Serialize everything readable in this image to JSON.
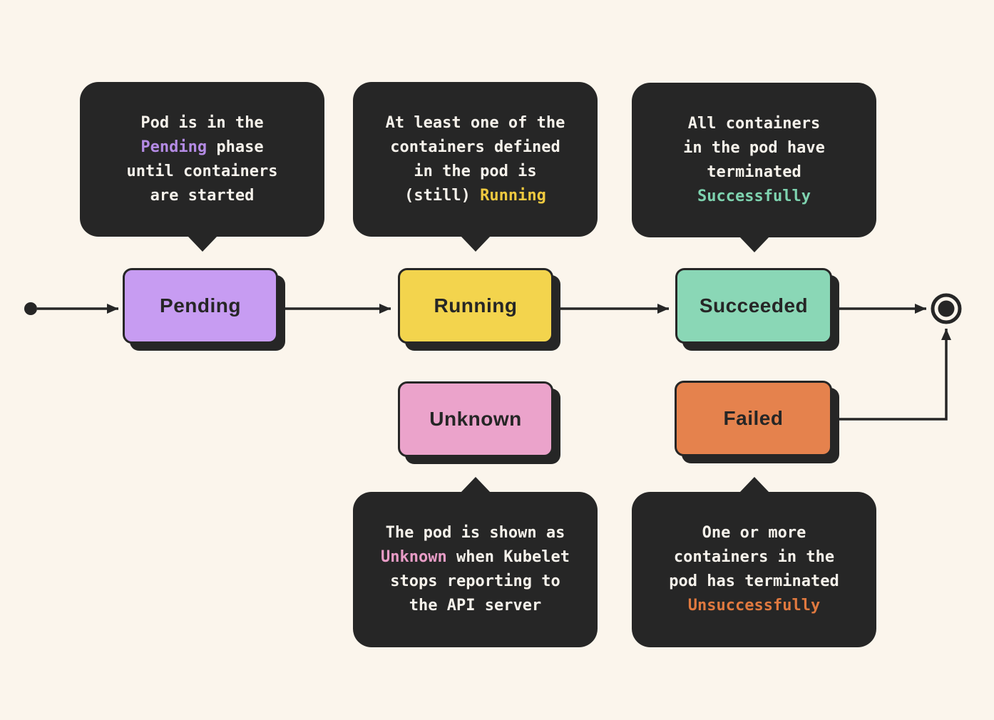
{
  "colors": {
    "background": "#FBF5EC",
    "dark": "#262626",
    "callout_text": "#F6F2EB",
    "pending_fill": "#C79CF2",
    "running_fill": "#F3D44D",
    "succeeded_fill": "#8AD7B6",
    "unknown_fill": "#EBA3CB",
    "failed_fill": "#E5824D",
    "pending_accent": "#B48BE4",
    "running_accent": "#EFC93F",
    "succeeded_accent": "#7ED3AF",
    "unknown_accent": "#E89CC6",
    "failed_accent": "#E0793F"
  },
  "states": [
    {
      "id": "pending",
      "label": "Pending",
      "color": "#C79CF2"
    },
    {
      "id": "running",
      "label": "Running",
      "color": "#F3D44D"
    },
    {
      "id": "succeeded",
      "label": "Succeeded",
      "color": "#8AD7B6"
    },
    {
      "id": "unknown",
      "label": "Unknown",
      "color": "#EBA3CB"
    },
    {
      "id": "failed",
      "label": "Failed",
      "color": "#E5824D"
    }
  ],
  "callouts": [
    {
      "id": "pending-note",
      "before": "Pod is in the\n",
      "highlight": "Pending",
      "after": " phase\nuntil containers\nare started",
      "highlight_color": "#B48BE4"
    },
    {
      "id": "running-note",
      "before": "At least one of the\ncontainers defined\nin the pod is\n(still) ",
      "highlight": "Running",
      "after": "",
      "highlight_color": "#EFC93F"
    },
    {
      "id": "succeeded-note",
      "before": "All containers\nin the pod have\nterminated\n",
      "highlight": "Successfully",
      "after": "",
      "highlight_color": "#7ED3AF"
    },
    {
      "id": "unknown-note",
      "before": "The pod is shown as\n",
      "highlight": "Unknown",
      "after": " when Kubelet\nstops reporting to\nthe API server",
      "highlight_color": "#E89CC6"
    },
    {
      "id": "failed-note",
      "before": "One or more\ncontainers in the\npod has terminated\n",
      "highlight": "Unsuccessfully",
      "after": "",
      "highlight_color": "#E0793F"
    }
  ]
}
